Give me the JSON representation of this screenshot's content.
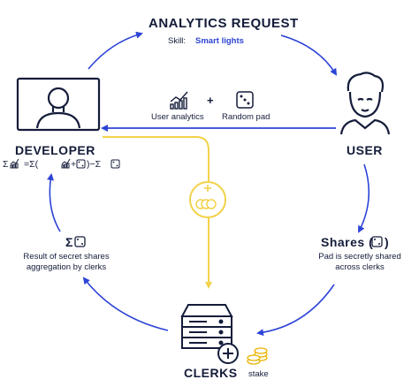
{
  "colors": {
    "navy": "#141c3a",
    "blue": "#2d44d6",
    "yellow": "#f3d24b",
    "gold": "#e8b400"
  },
  "header": {
    "title": "ANALYTICS REQUEST",
    "skill_prefix": "Skill:",
    "skill_value": "Smart lights"
  },
  "request_items": {
    "analytics": "User analytics",
    "plus": "+",
    "pad": "Random pad"
  },
  "developer": {
    "title": "DEVELOPER",
    "formula_a": "Σ",
    "formula_b": "=Σ(",
    "formula_c": "+",
    "formula_d": ")−Σ"
  },
  "user": {
    "title": "USER"
  },
  "shares": {
    "title": "Shares (",
    "title_end": ")",
    "caption_1": "Pad is secretly shared",
    "caption_2": "across clerks"
  },
  "result": {
    "sigma": "Σ",
    "caption_1": "Result of secret shares",
    "caption_2": "aggregation by clerks"
  },
  "clerks": {
    "title": "CLERKS",
    "stake": "stake"
  }
}
